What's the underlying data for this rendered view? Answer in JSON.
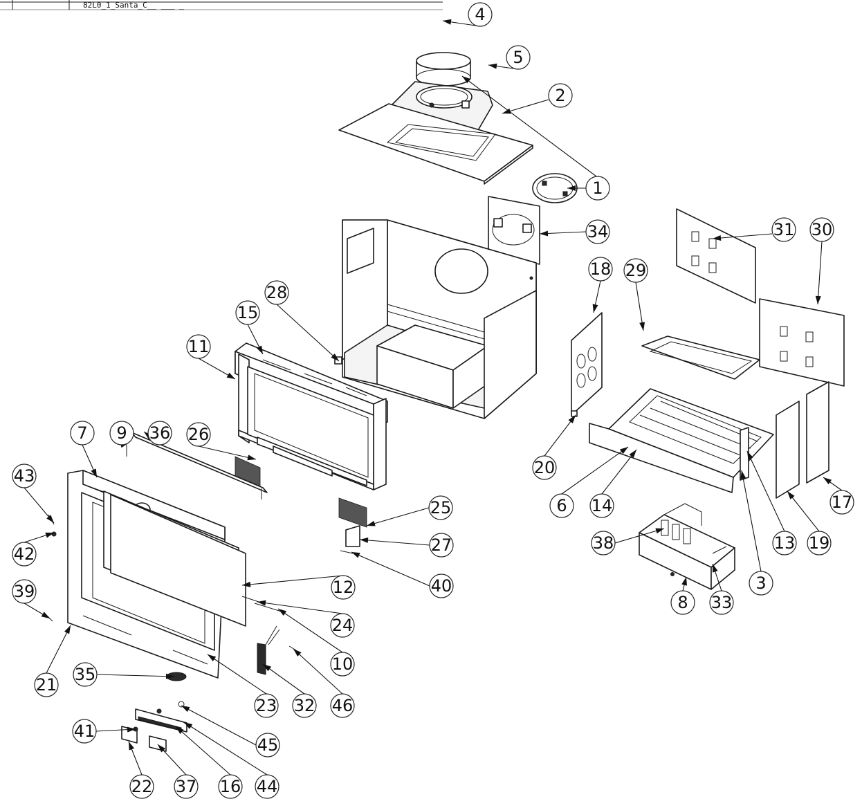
{
  "title_block": {
    "cell_a": "",
    "cell_b": "",
    "drawing_ref": "82L0_1_Santa_C__ ___ _"
  },
  "callouts": [
    {
      "id": "c1",
      "label": "1"
    },
    {
      "id": "c2",
      "label": "2"
    },
    {
      "id": "c3",
      "label": "3"
    },
    {
      "id": "c4",
      "label": "4"
    },
    {
      "id": "c5",
      "label": "5"
    },
    {
      "id": "c6",
      "label": "6"
    },
    {
      "id": "c7",
      "label": "7"
    },
    {
      "id": "c8",
      "label": "8"
    },
    {
      "id": "c9",
      "label": "9"
    },
    {
      "id": "c10",
      "label": "10"
    },
    {
      "id": "c11",
      "label": "11"
    },
    {
      "id": "c12",
      "label": "12"
    },
    {
      "id": "c13",
      "label": "13"
    },
    {
      "id": "c14",
      "label": "14"
    },
    {
      "id": "c15",
      "label": "15"
    },
    {
      "id": "c16",
      "label": "16"
    },
    {
      "id": "c17",
      "label": "17"
    },
    {
      "id": "c18",
      "label": "18"
    },
    {
      "id": "c19",
      "label": "19"
    },
    {
      "id": "c20",
      "label": "20"
    },
    {
      "id": "c21",
      "label": "21"
    },
    {
      "id": "c22",
      "label": "22"
    },
    {
      "id": "c23",
      "label": "23"
    },
    {
      "id": "c24",
      "label": "24"
    },
    {
      "id": "c25",
      "label": "25"
    },
    {
      "id": "c26",
      "label": "26"
    },
    {
      "id": "c27",
      "label": "27"
    },
    {
      "id": "c28",
      "label": "28"
    },
    {
      "id": "c29",
      "label": "29"
    },
    {
      "id": "c30",
      "label": "30"
    },
    {
      "id": "c31",
      "label": "31"
    },
    {
      "id": "c32",
      "label": "32"
    },
    {
      "id": "c33",
      "label": "33"
    },
    {
      "id": "c34",
      "label": "34"
    },
    {
      "id": "c35",
      "label": "35"
    },
    {
      "id": "c36",
      "label": "36"
    },
    {
      "id": "c37",
      "label": "37"
    },
    {
      "id": "c38",
      "label": "38"
    },
    {
      "id": "c39",
      "label": "39"
    },
    {
      "id": "c40",
      "label": "40"
    },
    {
      "id": "c41",
      "label": "41"
    },
    {
      "id": "c42",
      "label": "42"
    },
    {
      "id": "c43",
      "label": "43"
    },
    {
      "id": "c44",
      "label": "44"
    },
    {
      "id": "c45",
      "label": "45"
    },
    {
      "id": "c46",
      "label": "46"
    }
  ],
  "colors": {
    "ink": "#1a1a1a",
    "paper": "#ffffff"
  }
}
